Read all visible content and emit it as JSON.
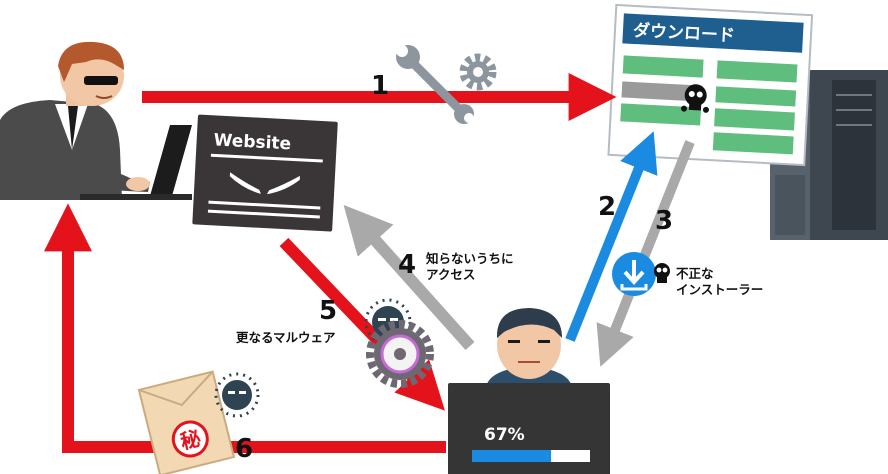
{
  "website_card": {
    "title": "Website"
  },
  "download_page": {
    "title": "ダウンロード"
  },
  "steps": [
    {
      "number": "1"
    },
    {
      "number": "2"
    },
    {
      "number": "3",
      "caption": "不正な\nインストーラー"
    },
    {
      "number": "4",
      "caption": "知らないうちに\nアクセス"
    },
    {
      "number": "5",
      "caption": "更なるマルウェア"
    },
    {
      "number": "6"
    }
  ],
  "victim_laptop": {
    "progress_label": "67%",
    "progress_value": 0.67
  },
  "secret_envelope": {
    "stamp": "秘"
  },
  "colors": {
    "attack_red": "#e3121b",
    "blue": "#1a8be0",
    "gray": "#a9a9a9",
    "green": "#5fbe7d",
    "title_blue": "#1f5f8f"
  },
  "icons": [
    "wrench-icon",
    "gear-icon",
    "skull-icon",
    "virus-icon",
    "download-icon",
    "cd-disc-icon"
  ]
}
